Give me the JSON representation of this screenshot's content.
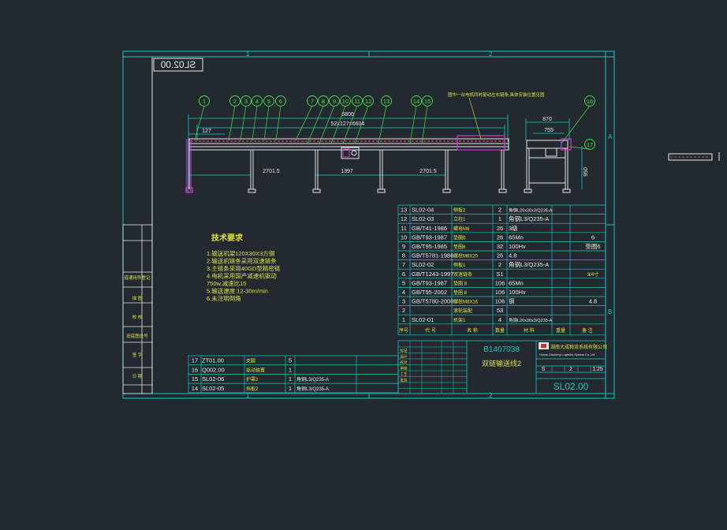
{
  "colors": {
    "background": "#222a30",
    "frame": "#19c6c2",
    "line": "#e6e6e6",
    "callout": "#43e043",
    "dimension": "#19c6c2",
    "chain": "#e0455a",
    "highlight": "#d534d5",
    "note": "#e0e040",
    "tablegrid": "#19c6c2",
    "text_white": "#e8e8e8",
    "text_yellow": "#e0e040"
  },
  "sheet": {
    "zone_top": [
      "1",
      "2"
    ],
    "zone_bottom": [
      "1",
      "2"
    ],
    "zone_right": [
      "A",
      "B"
    ],
    "mirrored_title": "SL02.00"
  },
  "callouts": [
    "1",
    "2",
    "3",
    "4",
    "5",
    "6",
    "7",
    "8",
    "9",
    "10",
    "11",
    "12",
    "13",
    "14",
    "15",
    "16",
    "17"
  ],
  "dimensions": {
    "overall_length": "6800",
    "pitch": "52x127=6604",
    "end_offset": "127",
    "span_left": "2701.5",
    "span_mid": "1397",
    "span_right": "2701.5",
    "width_outer": "870",
    "width_inner": "755",
    "height": "950"
  },
  "notes": {
    "heading": "技术要求",
    "items": [
      "1.输送机架120X30X3方钢",
      "2.输送机链条采用双速链条",
      "3.主链条采用40GD型精密链",
      "4.电机采用国产减速机驱动",
      "  750w,减速比15",
      "5.输送速度:12-30m/min",
      "6.未注明倒角"
    ],
    "top_annotation": "图中一台电机同时驱动左右链条,具体安装位置见图"
  },
  "left_strip": [
    "借通用件登记",
    "描  图",
    "校  核",
    "旧底图总号",
    "签  字",
    "日  期"
  ],
  "bom_upper": [
    {
      "no": "13",
      "code": "SL02-04",
      "name": "侧板2",
      "qty": "2",
      "mat": "角钢L20x30x3/Q235-A",
      "wt": "",
      "note": ""
    },
    {
      "no": "12",
      "code": "SL02-03",
      "name": "立柱1",
      "qty": "1",
      "mat": "角钢L3/Q235-A",
      "wt": "",
      "note": ""
    },
    {
      "no": "11",
      "code": "GB/T41-1986",
      "name": "螺母M6",
      "qty": "26",
      "mat": "3级",
      "wt": "",
      "note": ""
    },
    {
      "no": "10",
      "code": "GB/T93-1987",
      "name": "垫圈6",
      "qty": "26",
      "mat": "65Mn",
      "wt": "",
      "note": "6"
    },
    {
      "no": "9",
      "code": "GB/T95-1985",
      "name": "垫圈6",
      "qty": "32",
      "mat": "100Hv",
      "wt": "",
      "note": "垫圈6"
    },
    {
      "no": "8",
      "code": "GB/T5781-1986",
      "name": "螺栓M6X20",
      "qty": "26",
      "mat": "4.8",
      "wt": "",
      "note": ""
    },
    {
      "no": "7",
      "code": "SL02-02",
      "name": "侧板1",
      "qty": "2",
      "mat": "角钢L3/Q235-A",
      "wt": "",
      "note": ""
    },
    {
      "no": "6",
      "code": "GB/T1243-1997",
      "name": "双速链条",
      "qty": "S1",
      "mat": "",
      "wt": "",
      "note": "3/4寸"
    },
    {
      "no": "5",
      "code": "GB/T93-1987",
      "name": "垫圈 8",
      "qty": "106",
      "mat": "65Mn",
      "wt": "",
      "note": ""
    },
    {
      "no": "4",
      "code": "GB/T95-2002",
      "name": "垫圈 8",
      "qty": "106",
      "mat": "100Hv",
      "wt": "",
      "note": ""
    },
    {
      "no": "3",
      "code": "GB/T5780-2000",
      "name": "螺栓M8X16",
      "qty": "106",
      "mat": "钢",
      "wt": "",
      "note": "4.8"
    },
    {
      "no": "2",
      "code": "",
      "name": "滚轮装配",
      "qty": "53",
      "mat": "",
      "wt": "",
      "note": ""
    },
    {
      "no": "1",
      "code": "SL02-01",
      "name": "机架1",
      "qty": "4",
      "mat": "角钢L20x30x3/Q235-A",
      "wt": "",
      "note": ""
    }
  ],
  "bom_header": [
    "序号",
    "代  号",
    "名  称",
    "数量",
    "材  料",
    "重量",
    "备  注"
  ],
  "bom_lower": [
    {
      "no": "17",
      "code": "ZT01.00",
      "name": "支腿",
      "qty": "5",
      "mat": ""
    },
    {
      "no": "16",
      "code": "Q002.00",
      "name": "驱动装置",
      "qty": "1",
      "mat": ""
    },
    {
      "no": "15",
      "code": "SL02-06",
      "name": "护罩2",
      "qty": "1",
      "mat": "角钢L3/Q235-A"
    },
    {
      "no": "14",
      "code": "SL02-05",
      "name": "挡板2",
      "qty": "1",
      "mat": "角钢L3/Q235-A"
    }
  ],
  "title_block": {
    "doc_no": "B1407038",
    "title": "双链输送线2",
    "company": "湖南大成物流系统有限公司",
    "company_en": "Hunan Dacheng Logistics System Co.,Ltd",
    "stage": "S",
    "qty": "2",
    "scale": "1:25",
    "drawing_no": "SL02.00",
    "sign_rows": [
      "标记",
      "设计",
      "校对",
      "审核",
      "工艺",
      "批准"
    ]
  }
}
